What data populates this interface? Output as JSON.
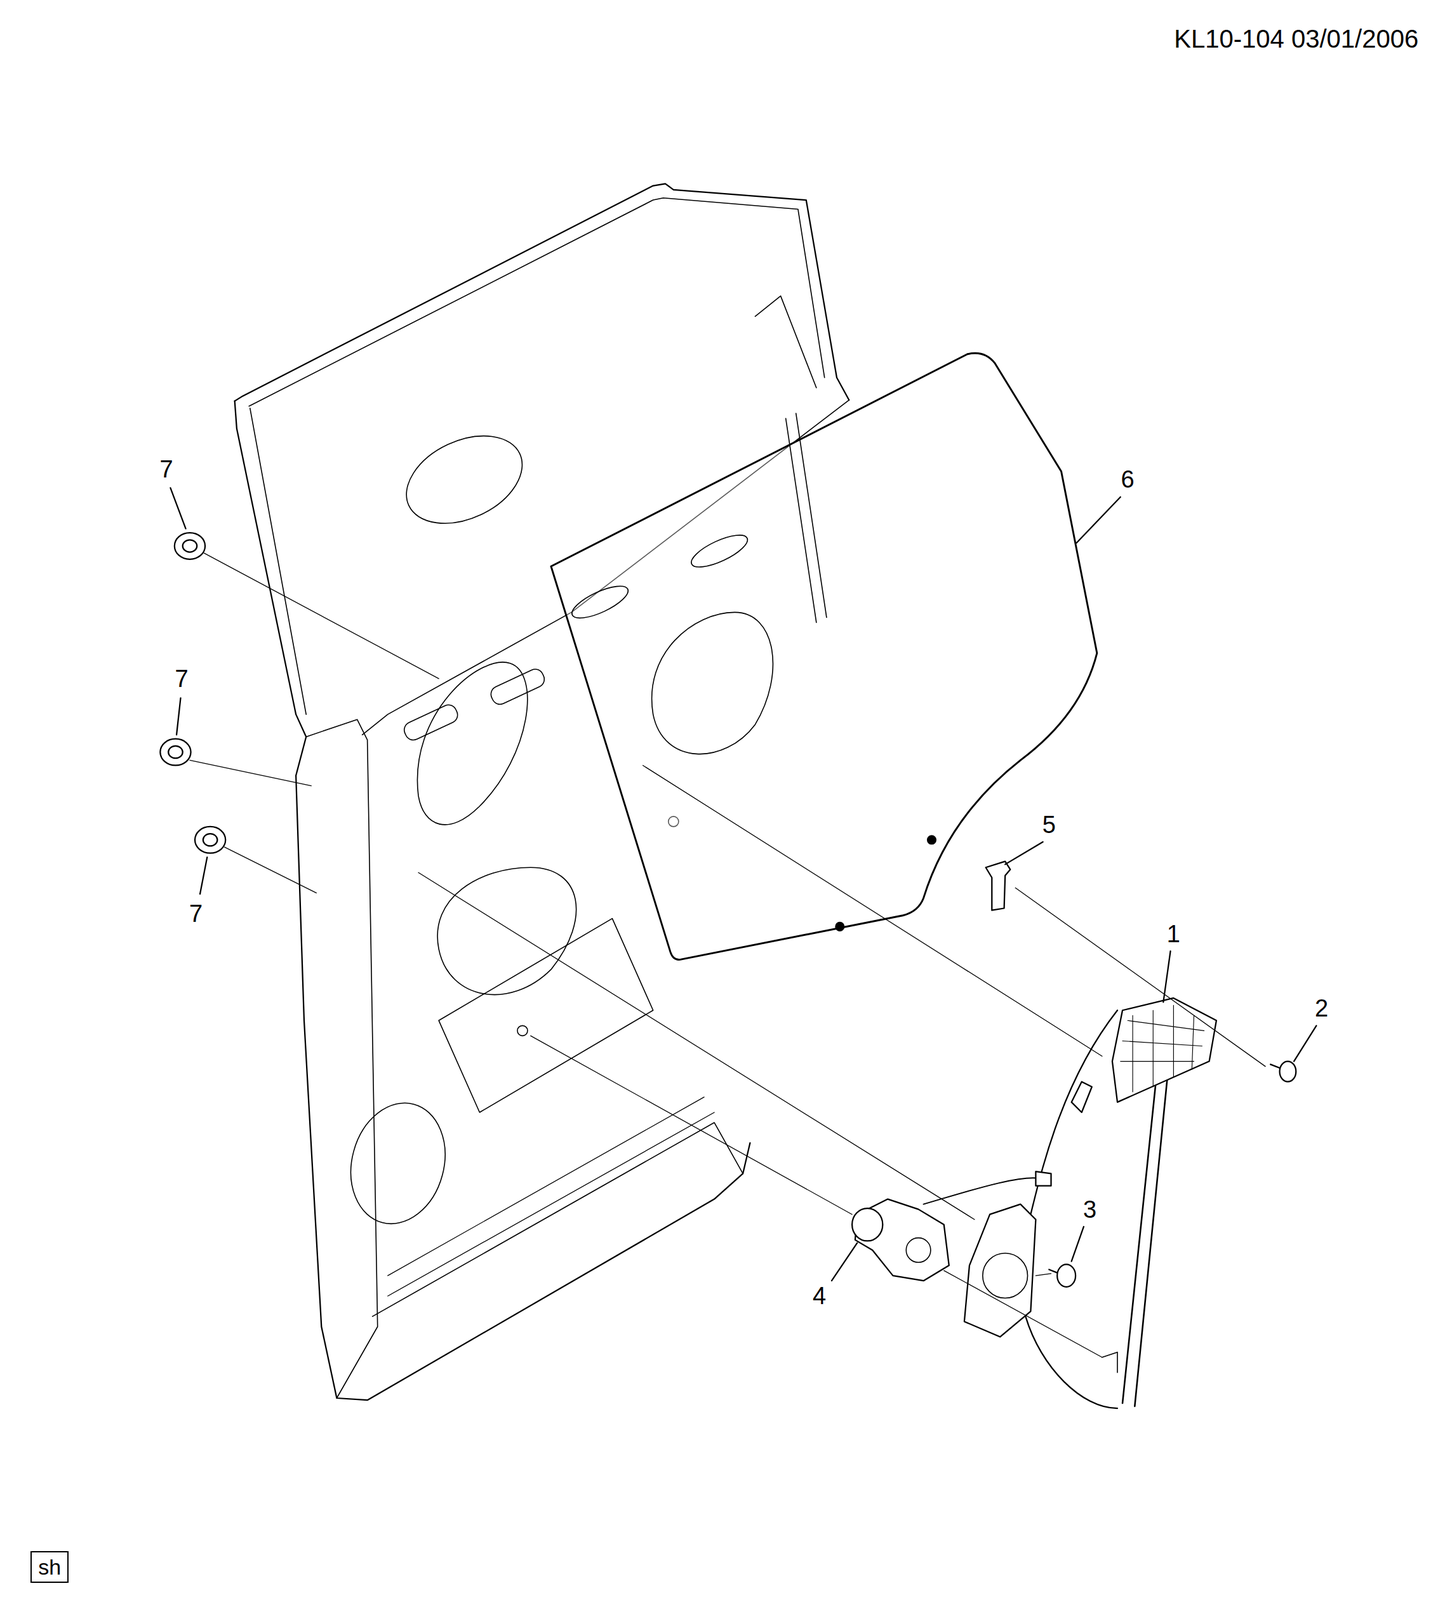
{
  "diagram": {
    "nodes": [
      {
        "text": [
          "sh"
        ]
      }
    ],
    "labels": [
      "KL10-104  03/01/2006",
      "7",
      "7",
      "7",
      "6",
      "5",
      "1",
      "2",
      "3",
      "4"
    ]
  }
}
